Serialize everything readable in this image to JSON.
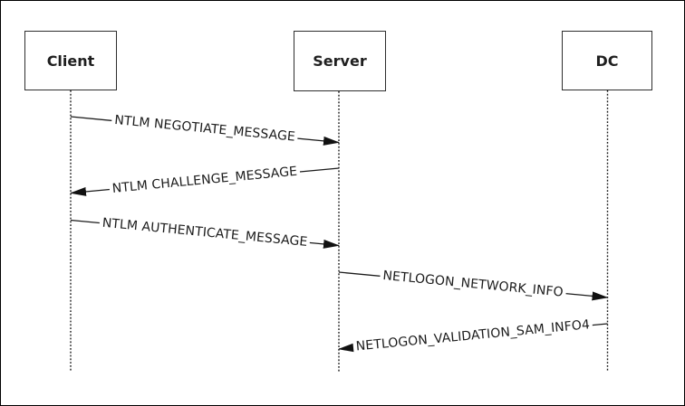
{
  "diagram": {
    "kind": "sequence-diagram",
    "colors": {
      "background": "#ffffff",
      "line": "#1b1b1b",
      "box_border": "#2e2e2e",
      "outer_border": "#000000",
      "text": "#1c1c1c"
    }
  },
  "actors": [
    {
      "label": "Client"
    },
    {
      "label": "Server"
    },
    {
      "label": "DC"
    }
  ],
  "messages": [
    {
      "label": "NTLM NEGOTIATE_MESSAGE",
      "from": "Client",
      "to": "Server"
    },
    {
      "label": "NTLM CHALLENGE_MESSAGE",
      "from": "Server",
      "to": "Client"
    },
    {
      "label": "NTLM AUTHENTICATE_MESSAGE",
      "from": "Client",
      "to": "Server"
    },
    {
      "label": "NETLOGON_NETWORK_INFO",
      "from": "Server",
      "to": "DC"
    },
    {
      "label": "NETLOGON_VALIDATION_SAM_INFO4",
      "from": "DC",
      "to": "Server"
    }
  ]
}
